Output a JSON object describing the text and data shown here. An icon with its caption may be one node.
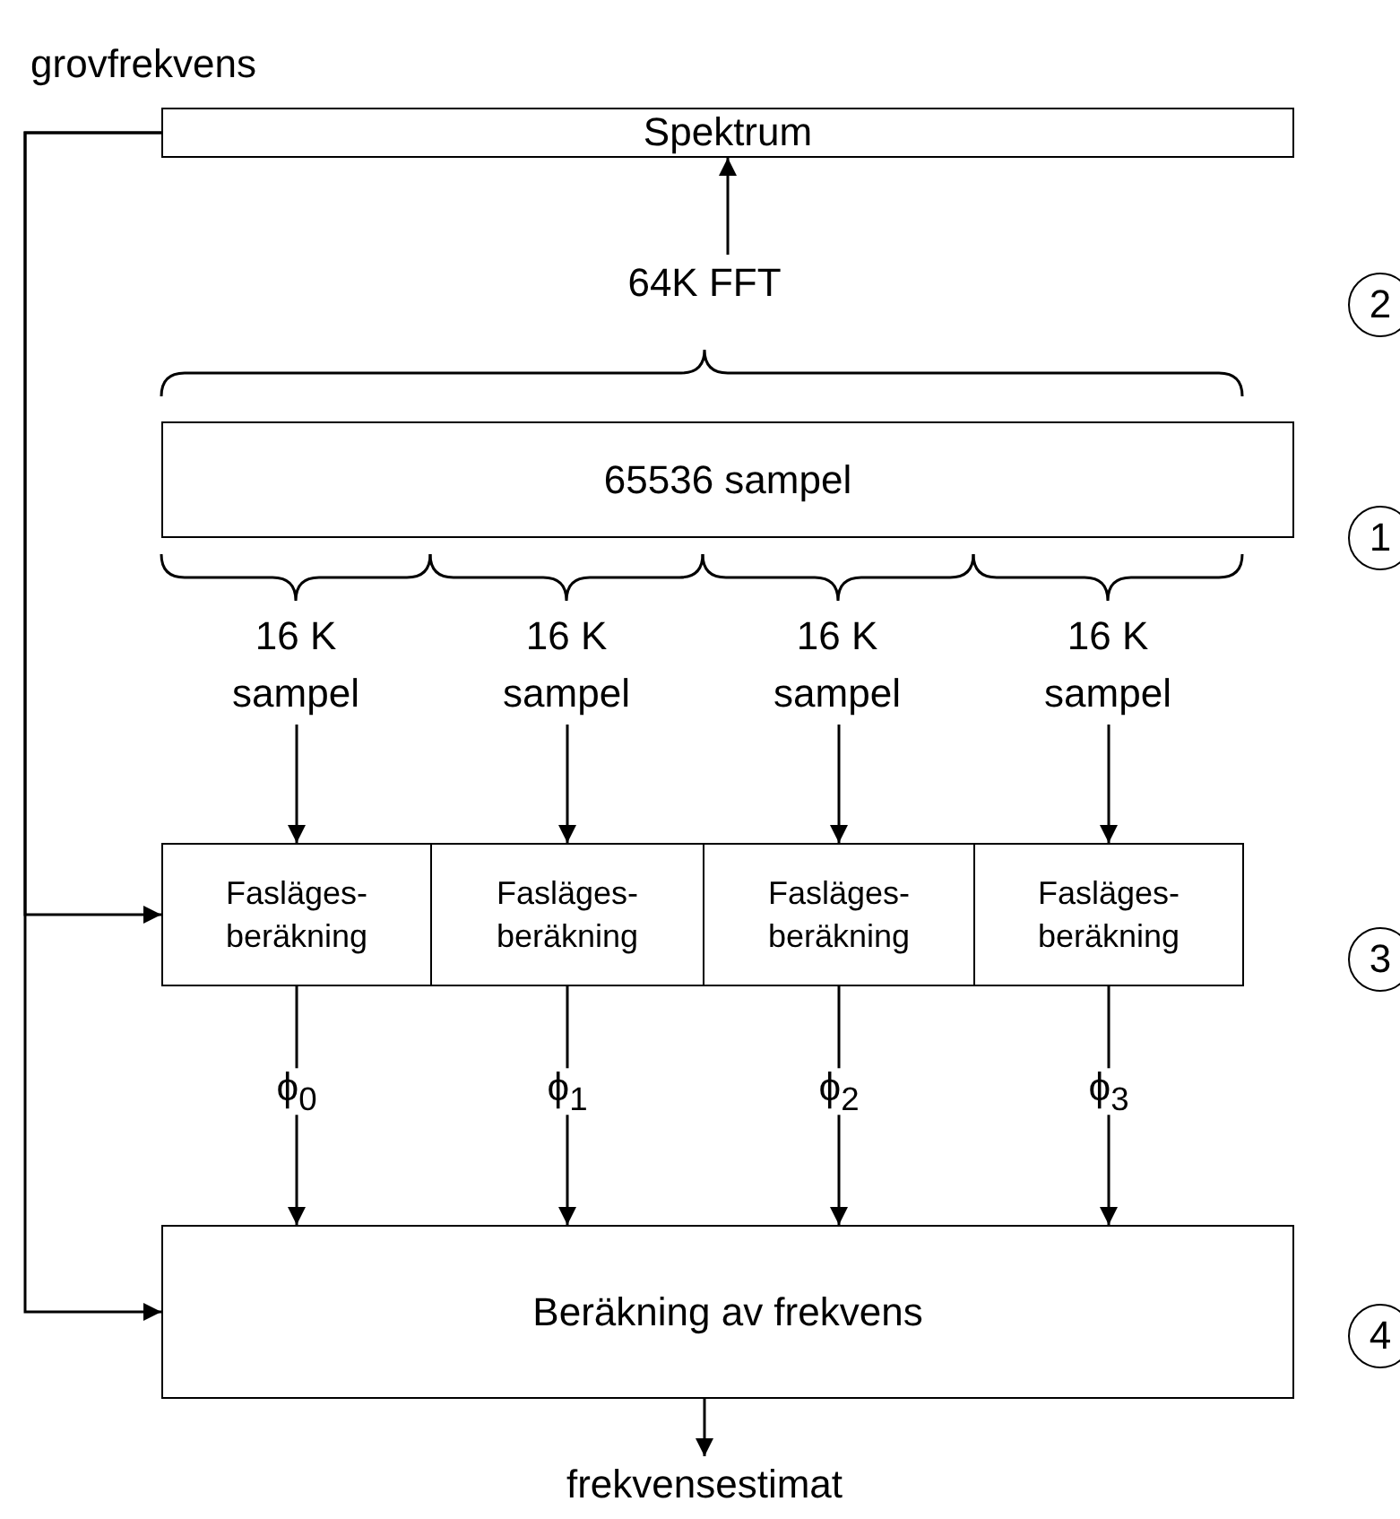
{
  "diagram": {
    "nodes": [
      {
        "text": [
          "Spektrum"
        ]
      },
      {
        "text": [
          "64K FFT"
        ]
      },
      {
        "text": [
          "65536 sampel"
        ]
      },
      {
        "text": [
          "16 K sampel"
        ]
      },
      {
        "text": [
          "16 K sampel"
        ]
      },
      {
        "text": [
          "16 K sampel"
        ]
      },
      {
        "text": [
          "16 K sampel"
        ]
      },
      {
        "text": [
          "Fasläges- beräkning"
        ]
      },
      {
        "text": [
          "Fasläges- beräkning"
        ]
      },
      {
        "text": [
          "Fasläges- beräkning"
        ]
      },
      {
        "text": [
          "Fasläges- beräkning"
        ]
      },
      {
        "text": [
          "Beräkning av frekvens"
        ]
      },
      {
        "text": [
          "frekvensestimat"
        ]
      }
    ],
    "edges": [
      {
        "from": 1,
        "to": 0,
        "arrow": "to"
      },
      {
        "from": 3,
        "to": 7,
        "arrow": "to"
      },
      {
        "from": 4,
        "to": 8,
        "arrow": "to"
      },
      {
        "from": 5,
        "to": 9,
        "arrow": "to"
      },
      {
        "from": 6,
        "to": 10,
        "arrow": "to"
      },
      {
        "from": 7,
        "to": 11,
        "arrow": "to",
        "label": "ϕ$_{0}$"
      },
      {
        "from": 8,
        "to": 11,
        "arrow": "to",
        "label": "ϕ$_{1}$"
      },
      {
        "from": 9,
        "to": 11,
        "arrow": "to",
        "label": "ϕ$_{2}$"
      },
      {
        "from": 10,
        "to": 11,
        "arrow": "to",
        "label": "ϕ$_{3}$"
      },
      {
        "from": 11,
        "to": 12,
        "arrow": "to"
      },
      {
        "from": 0,
        "to": 7,
        "arrow": "to",
        "label": "grovfrekvens"
      },
      {
        "from": 0,
        "to": 11,
        "arrow": "to"
      }
    ],
    "labels": [
      "2",
      "1",
      "3",
      "4"
    ]
  }
}
